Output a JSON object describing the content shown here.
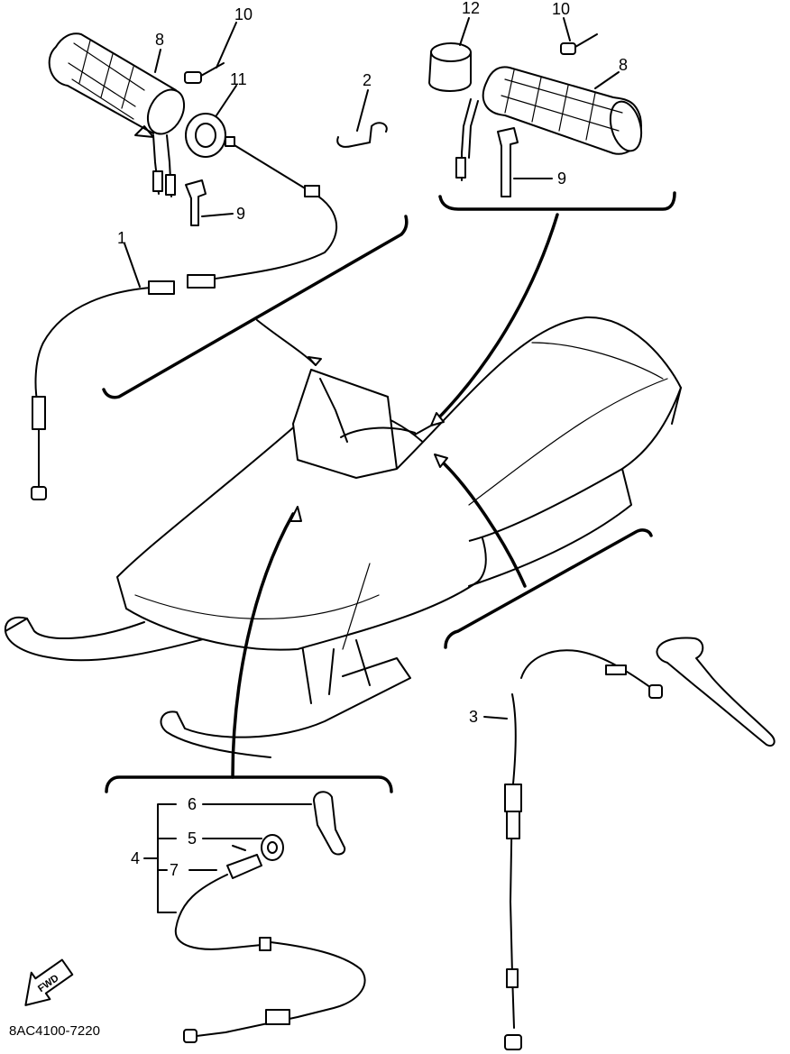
{
  "diagram": {
    "part_labels": {
      "p1": "1",
      "p2": "2",
      "p3": "3",
      "p4": "4",
      "p5": "5",
      "p6": "6",
      "p7": "7",
      "p8_left": "8",
      "p8_right": "8",
      "p9_left": "9",
      "p9_right": "9",
      "p10_left": "10",
      "p10_right": "10",
      "p11": "11",
      "p12": "12"
    },
    "fwd_badge": "FWD",
    "drawing_code": "8AC4100-7220"
  }
}
